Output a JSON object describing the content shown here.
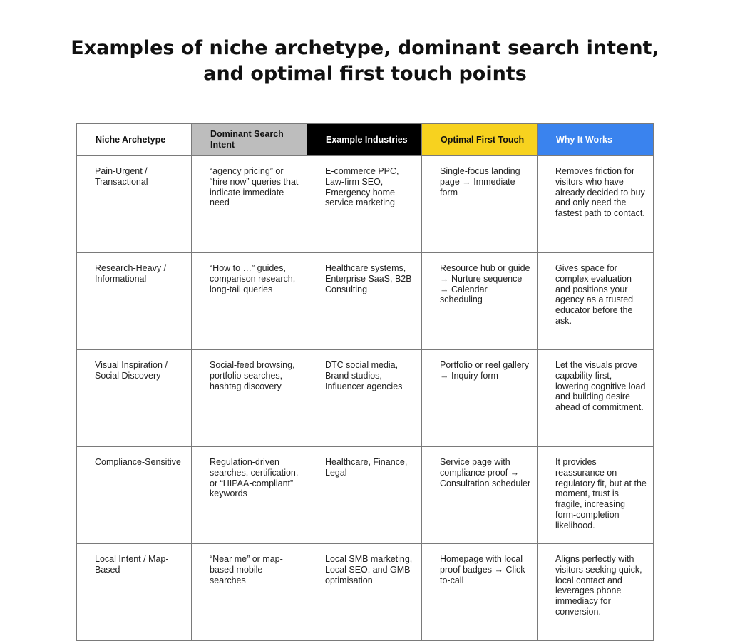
{
  "title": {
    "line1": "Examples of niche archetype, dominant search intent,",
    "line2": "and optimal first touch points"
  },
  "colors": {
    "intent_header": "#bdbdbd",
    "industries_header": "#000000",
    "touch_header": "#f7d21f",
    "why_header": "#3a83ee",
    "border": "#7a7a7a"
  },
  "table": {
    "headers": [
      "Niche Archetype",
      "Dominant Search Intent",
      "Example Industries",
      "Optimal First Touch",
      "Why It Works"
    ],
    "rows": [
      [
        "Pain-Urgent / Transactional",
        "“agency pricing” or “hire now” queries that indicate immediate need",
        "E-commerce PPC, Law-firm SEO, Emergency home-service marketing",
        "Single-focus landing page → Immediate form",
        "Removes friction for visitors who have already decided to buy and only need the fastest path to contact."
      ],
      [
        "Research-Heavy / Informational",
        "“How to …” guides, comparison research, long-tail queries",
        "Healthcare systems, Enterprise SaaS, B2B Consulting",
        "Resource hub or guide → Nurture sequence → Calendar scheduling",
        "Gives space for complex evaluation and positions your agency as a trusted educator before the ask."
      ],
      [
        "Visual Inspiration / Social Discovery",
        "Social-feed browsing, portfolio searches, hashtag discovery",
        "DTC social media, Brand studios, Influencer agencies",
        "Portfolio or reel gallery → Inquiry form",
        "Let the visuals prove capability first, lowering cognitive load and building desire ahead of commitment."
      ],
      [
        "Compliance-Sensitive",
        "Regulation-driven searches, certification, or “HIPAA-compliant” keywords",
        "Healthcare, Finance, Legal",
        "Service page with compliance proof → Consultation scheduler",
        "It provides reassurance on regulatory fit, but at the moment, trust is fragile, increasing form-completion likelihood."
      ],
      [
        "Local Intent / Map-Based",
        "“Near me” or map-based mobile searches",
        "Local SMB marketing, Local SEO, and GMB optimisation",
        "Homepage with local proof badges → Click-to-call",
        "Aligns perfectly with visitors seeking quick, local contact and leverages phone immediacy for conversion."
      ]
    ]
  }
}
